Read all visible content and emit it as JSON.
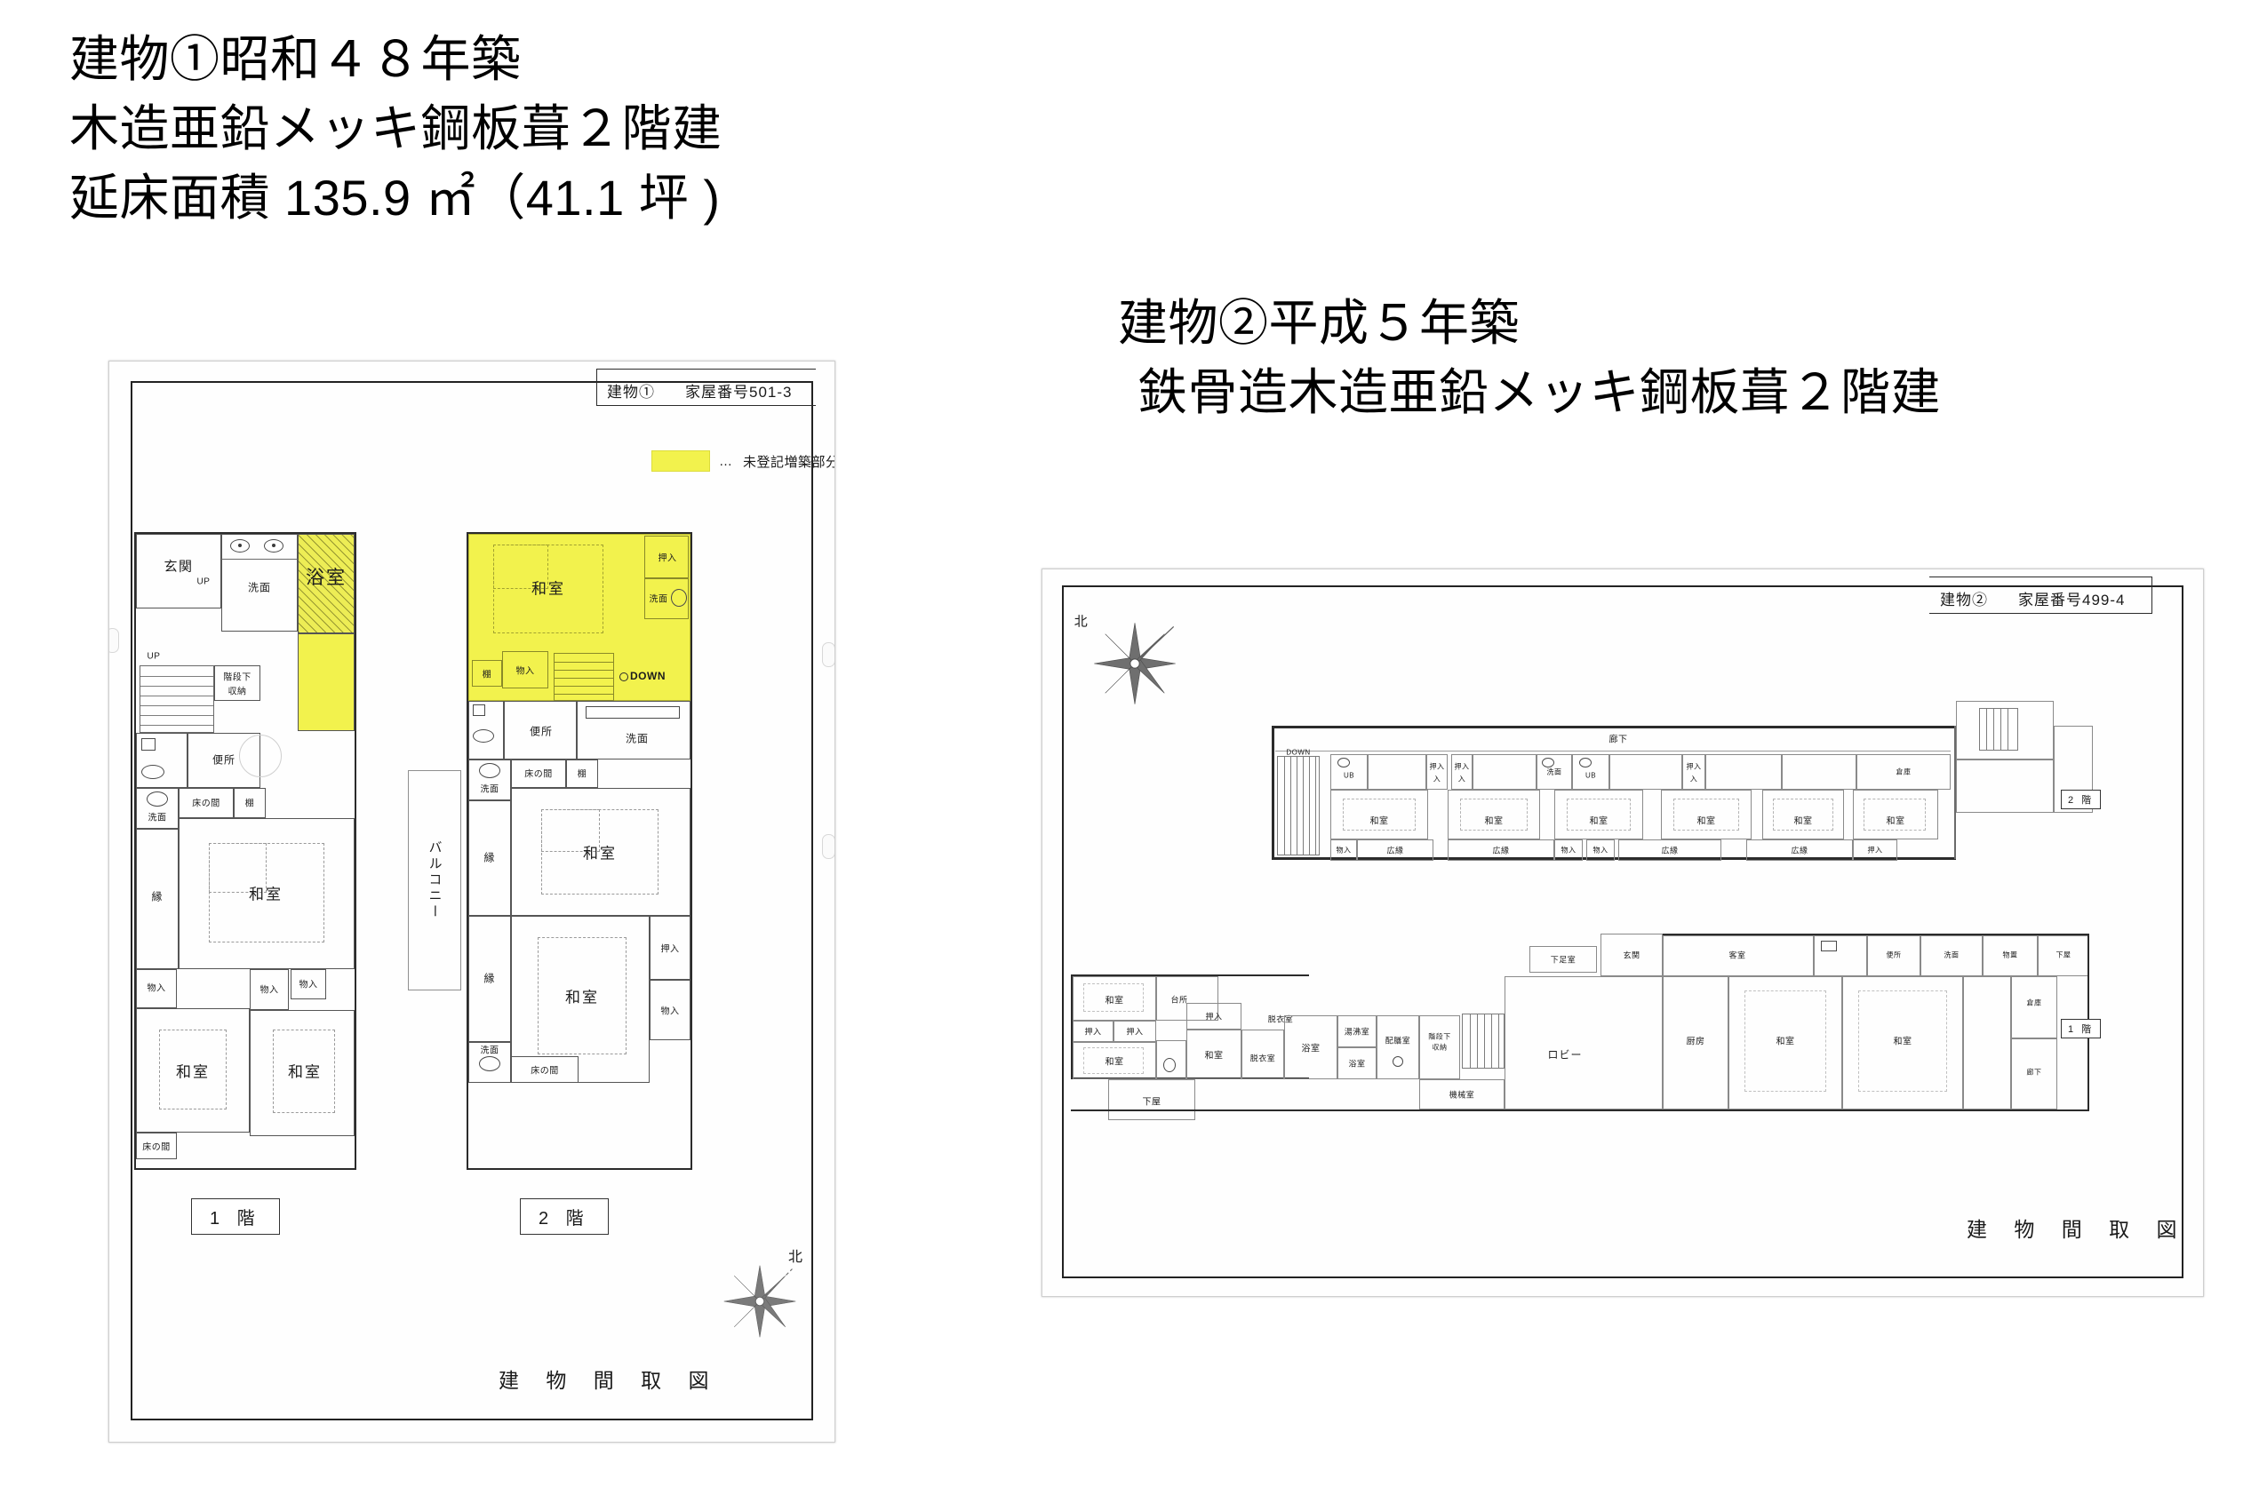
{
  "building1": {
    "title_lines": [
      "建物①昭和４８年築",
      "木造亜鉛メッキ鋼板葺２階建",
      "延床面積 135.9 ㎡（41.1 坪 )"
    ],
    "sheet": {
      "header_tag": "建物①",
      "header_number": "家屋番号501-3",
      "legend_dots": "…",
      "legend_text": "未登記増築部分",
      "legend_swatch_color": "#f2f24d",
      "caption": "建 物 間 取 図",
      "compass_label": "北",
      "floor1_tag": "1 階",
      "floor2_tag": "2 階"
    },
    "floor1_rooms": [
      {
        "label": "玄関"
      },
      {
        "label": "UP"
      },
      {
        "label": "洗面"
      },
      {
        "label": "浴室"
      },
      {
        "label": "UP"
      },
      {
        "label": "階段下\n収納"
      },
      {
        "label": "便所"
      },
      {
        "label": "洗面"
      },
      {
        "label": "床の間"
      },
      {
        "label": "棚"
      },
      {
        "label": "縁"
      },
      {
        "label": "和室"
      },
      {
        "label": "物入"
      },
      {
        "label": "和室"
      },
      {
        "label": "物入"
      },
      {
        "label": "物入"
      },
      {
        "label": "和室"
      },
      {
        "label": "床の間"
      }
    ],
    "floor2_rooms": [
      {
        "label": "和室"
      },
      {
        "label": "押入"
      },
      {
        "label": "洗面"
      },
      {
        "label": "棚"
      },
      {
        "label": "物入"
      },
      {
        "label": "DOWN"
      },
      {
        "label": "便所"
      },
      {
        "label": "洗面"
      },
      {
        "label": "洗面"
      },
      {
        "label": "床の間"
      },
      {
        "label": "棚"
      },
      {
        "label": "縁"
      },
      {
        "label": "和室"
      },
      {
        "label": "バルコニー"
      },
      {
        "label": "縁"
      },
      {
        "label": "和室"
      },
      {
        "label": "押入"
      },
      {
        "label": "物入"
      },
      {
        "label": "洗面"
      },
      {
        "label": "床の間"
      }
    ]
  },
  "building2": {
    "title_lines": [
      "建物②平成５年築",
      "鉄骨造木造亜鉛メッキ鋼板葺２階建"
    ],
    "sheet": {
      "header_tag": "建物②",
      "header_number": "家屋番号499-4",
      "caption": "建 物 間 取 図",
      "compass_label": "北",
      "floor1_tag": "1 階",
      "floor2_tag": "2 階"
    },
    "floor2_rooms": [
      {
        "label": "廊下"
      },
      {
        "label": "DOWN"
      },
      {
        "label": "UB"
      },
      {
        "label": "押入"
      },
      {
        "label": "押入"
      },
      {
        "label": "洗面"
      },
      {
        "label": "UB"
      },
      {
        "label": "押入"
      },
      {
        "label": "和室"
      },
      {
        "label": "和室"
      },
      {
        "label": "和室"
      },
      {
        "label": "和室"
      },
      {
        "label": "和室"
      },
      {
        "label": "和室"
      },
      {
        "label": "広縁"
      },
      {
        "label": "広縁"
      },
      {
        "label": "広縁"
      },
      {
        "label": "広縁"
      },
      {
        "label": "物入"
      },
      {
        "label": "物入"
      },
      {
        "label": "物入"
      },
      {
        "label": "押入"
      },
      {
        "label": "倉庫"
      },
      {
        "label": "押入"
      }
    ],
    "floor1_rooms": [
      {
        "label": "和室"
      },
      {
        "label": "押入"
      },
      {
        "label": "押入"
      },
      {
        "label": "和室"
      },
      {
        "label": "下屋"
      },
      {
        "label": "押入"
      },
      {
        "label": "脱衣室"
      },
      {
        "label": "和室"
      },
      {
        "label": "浴室"
      },
      {
        "label": "洗面"
      },
      {
        "label": "湯沸室"
      },
      {
        "label": "浴室"
      },
      {
        "label": "便所"
      },
      {
        "label": "配膳室"
      },
      {
        "label": "厨房"
      },
      {
        "label": "階段下\n収納"
      },
      {
        "label": "ロビー"
      },
      {
        "label": "機械室"
      },
      {
        "label": "玄関"
      },
      {
        "label": "下足室"
      },
      {
        "label": "客室"
      },
      {
        "label": "和室"
      },
      {
        "label": "和室"
      },
      {
        "label": "物置"
      },
      {
        "label": "下屋"
      },
      {
        "label": "倉庫"
      },
      {
        "label": "廊下"
      }
    ]
  }
}
